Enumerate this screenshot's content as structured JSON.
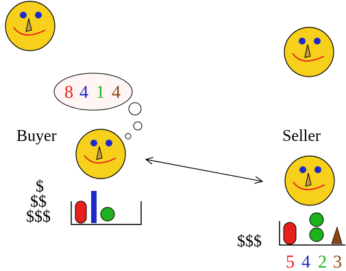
{
  "labels": {
    "buyer": "Buyer",
    "seller": "Seller"
  },
  "buyer": {
    "thought_values": [
      {
        "text": "8",
        "color": "#e8201c"
      },
      {
        "text": "4",
        "color": "#1c2acb"
      },
      {
        "text": "1",
        "color": "#1fb21f"
      },
      {
        "text": "4",
        "color": "#8b4513"
      }
    ],
    "money": [
      "$",
      "$$",
      "$$$"
    ]
  },
  "seller": {
    "money": "$$$",
    "values": [
      {
        "text": "5",
        "color": "#e8201c"
      },
      {
        "text": "4",
        "color": "#1c2acb"
      },
      {
        "text": "2",
        "color": "#1fb21f"
      },
      {
        "text": "3",
        "color": "#8b4513"
      }
    ]
  },
  "colors": {
    "face": "#f7d01c",
    "eye": "#1c2acb",
    "mouth": "#e8201c",
    "nose": "#c8a050",
    "red_item": "#e8201c",
    "blue_item": "#1c2acb",
    "green_item": "#1fb21f",
    "brown_item": "#8b4513",
    "thought_bubble": "#fff5f5"
  }
}
